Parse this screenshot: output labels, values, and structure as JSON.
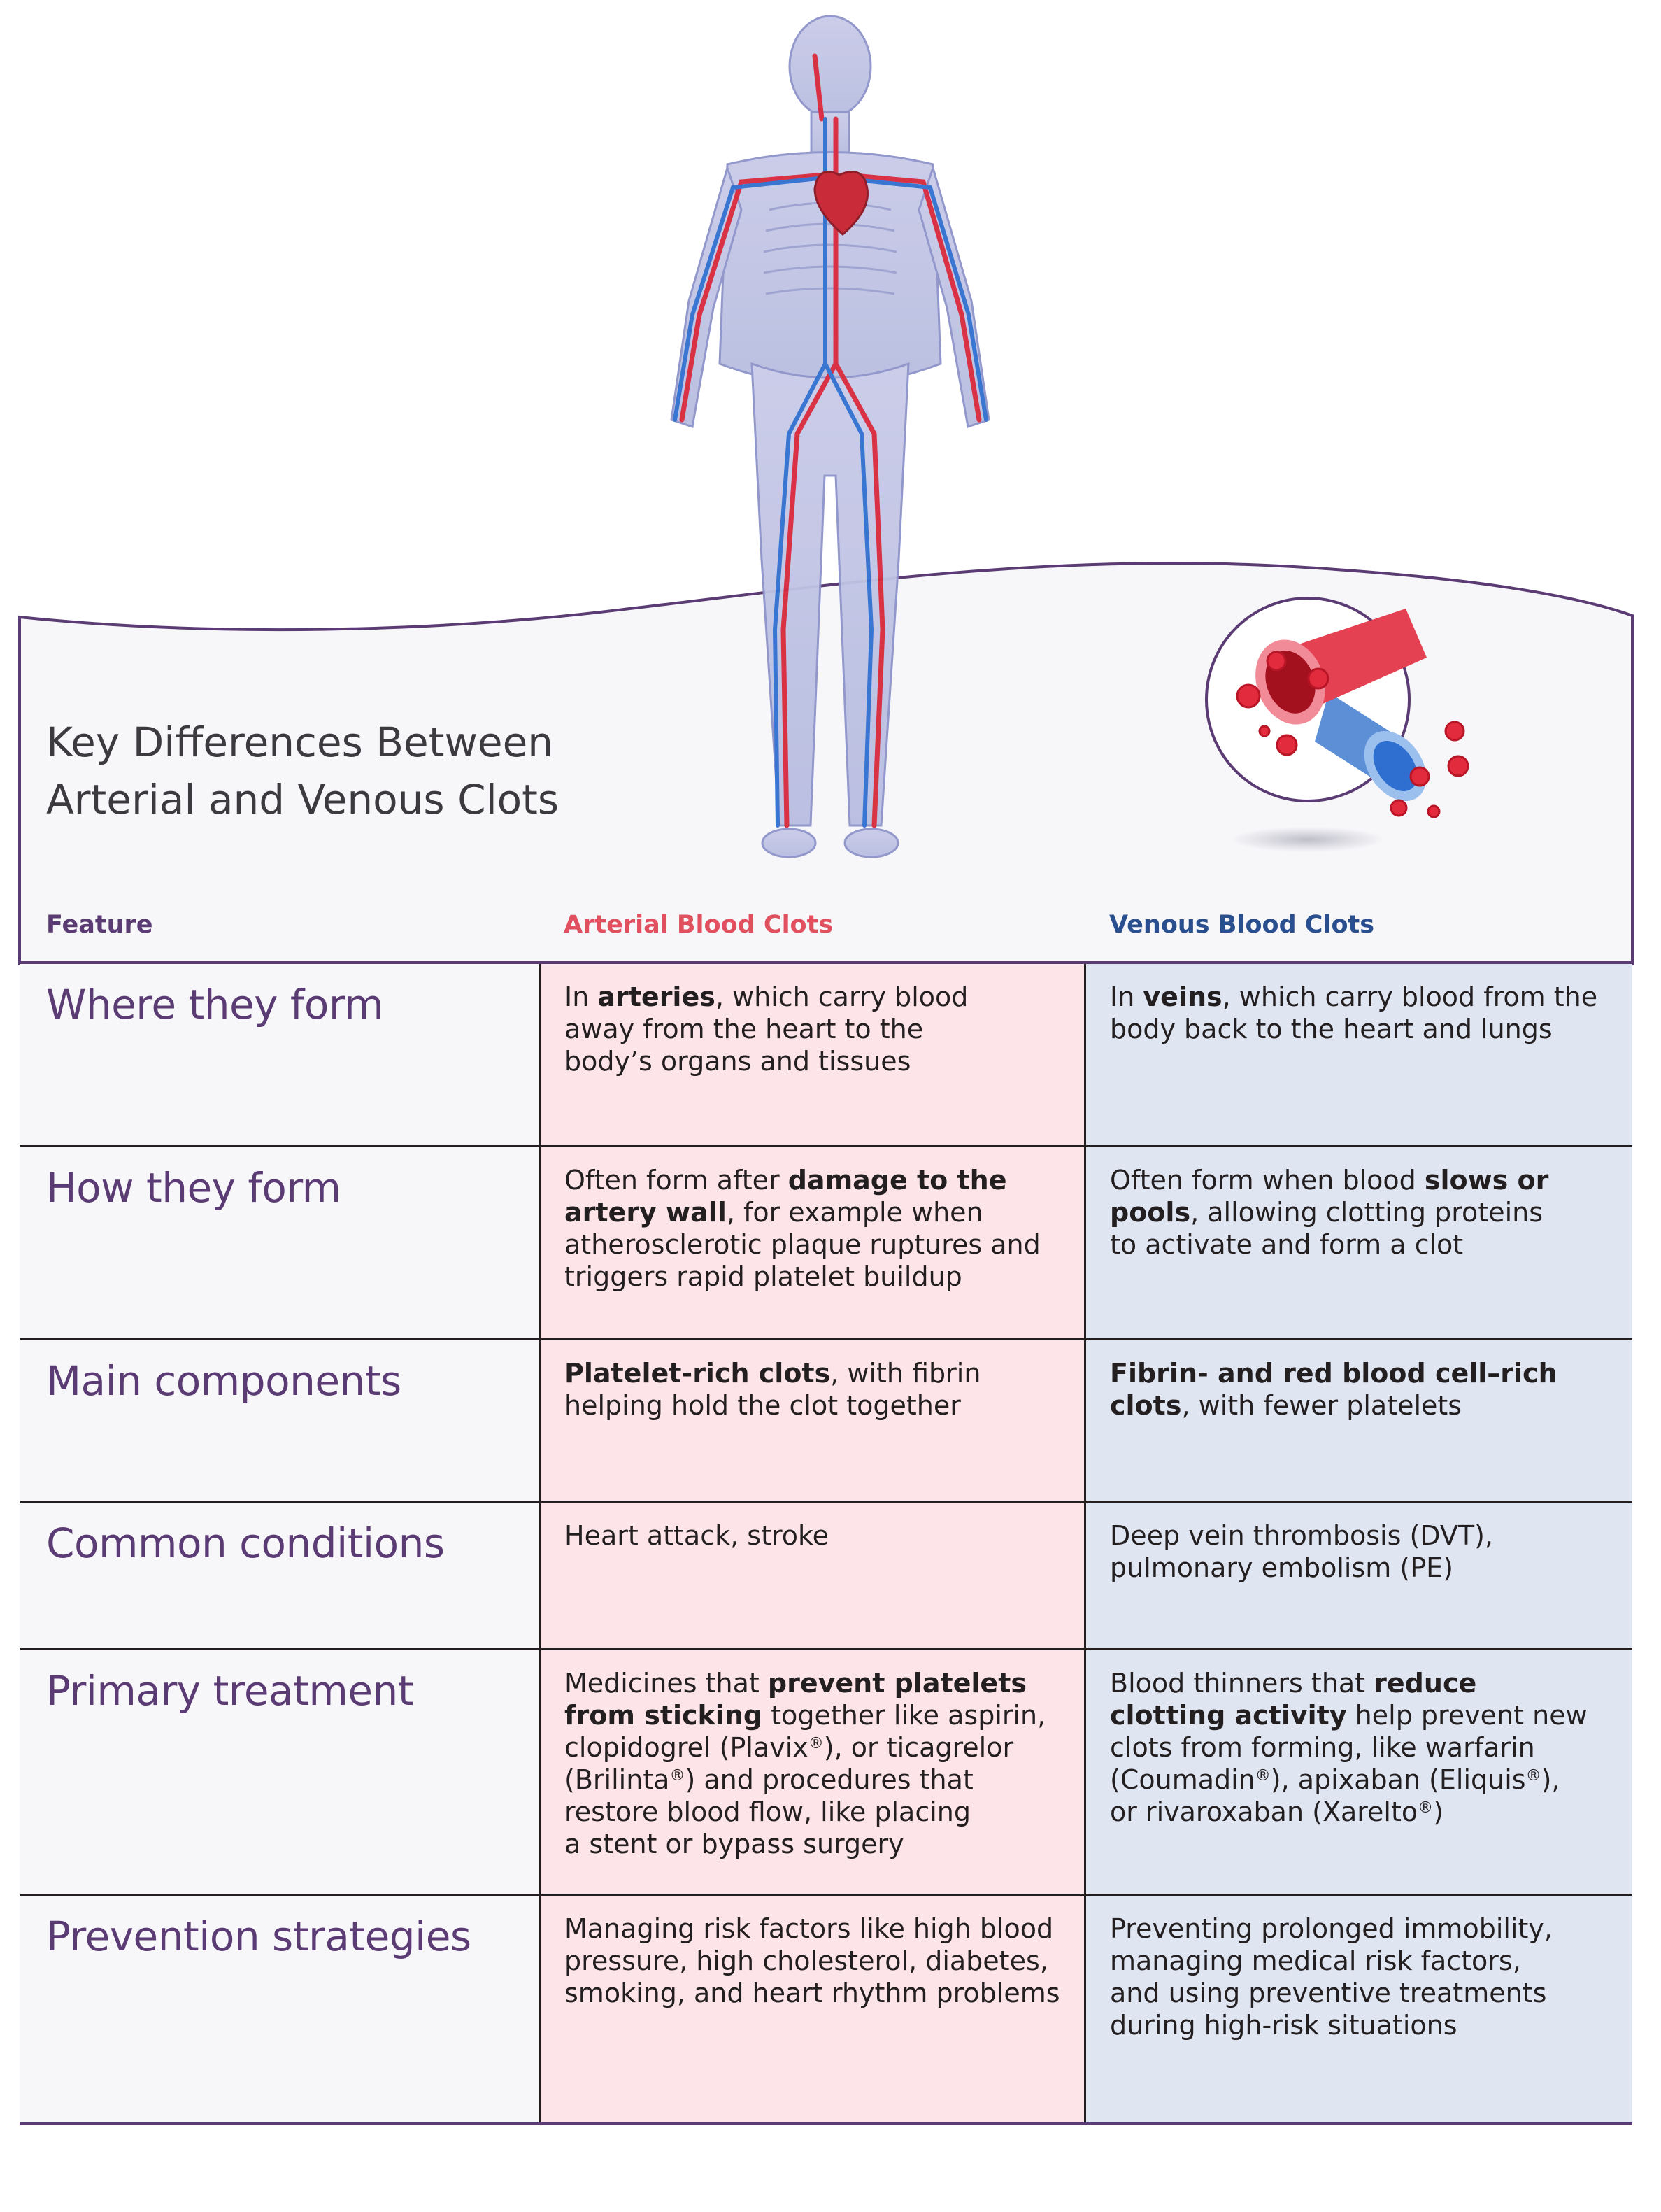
{
  "title": {
    "line1": "Key Differences Between",
    "line2": "Arterial and Venous Clots"
  },
  "table": {
    "headers": {
      "feature": "Feature",
      "arterial": "Arterial Blood Clots",
      "venous": "Venous Blood Clots"
    },
    "rows": [
      {
        "feature": "Where they form",
        "arterial": [
          [
            {
              "t": "In "
            },
            {
              "t": "arteries",
              "b": true
            },
            {
              "t": ", which carry blood"
            }
          ],
          [
            {
              "t": "away from the heart to the"
            }
          ],
          [
            {
              "t": "body’s organs and tissues"
            }
          ]
        ],
        "venous": [
          [
            {
              "t": "In "
            },
            {
              "t": "veins",
              "b": true
            },
            {
              "t": ", which carry blood from the"
            }
          ],
          [
            {
              "t": "body back to the heart and lungs"
            }
          ]
        ]
      },
      {
        "feature": "How they form",
        "arterial": [
          [
            {
              "t": "Often form after "
            },
            {
              "t": "damage to the",
              "b": true
            }
          ],
          [
            {
              "t": "artery wall",
              "b": true
            },
            {
              "t": ", for example when"
            }
          ],
          [
            {
              "t": "atherosclerotic plaque ruptures and"
            }
          ],
          [
            {
              "t": "triggers rapid platelet buildup"
            }
          ]
        ],
        "venous": [
          [
            {
              "t": "Often form when blood "
            },
            {
              "t": "slows or",
              "b": true
            }
          ],
          [
            {
              "t": "pools",
              "b": true
            },
            {
              "t": ", allowing clotting proteins"
            }
          ],
          [
            {
              "t": "to activate and form a clot"
            }
          ]
        ]
      },
      {
        "feature": "Main components",
        "arterial": [
          [
            {
              "t": "Platelet-rich clots",
              "b": true
            },
            {
              "t": ", with fibrin"
            }
          ],
          [
            {
              "t": "helping hold the clot together"
            }
          ]
        ],
        "venous": [
          [
            {
              "t": "Fibrin- and red blood cell–rich",
              "b": true
            }
          ],
          [
            {
              "t": "clots",
              "b": true
            },
            {
              "t": ", with fewer platelets"
            }
          ]
        ]
      },
      {
        "feature": "Common conditions",
        "arterial": [
          [
            {
              "t": "Heart attack, stroke"
            }
          ]
        ],
        "venous": [
          [
            {
              "t": "Deep vein thrombosis (DVT),"
            }
          ],
          [
            {
              "t": "pulmonary embolism (PE)"
            }
          ]
        ]
      },
      {
        "feature": "Primary treatment",
        "arterial": [
          [
            {
              "t": "Medicines that "
            },
            {
              "t": "prevent platelets",
              "b": true
            }
          ],
          [
            {
              "t": "from sticking",
              "b": true
            },
            {
              "t": " together like aspirin,"
            }
          ],
          [
            {
              "t": "clopidogrel (Plavix"
            },
            {
              "t": "®",
              "sup": true
            },
            {
              "t": "), or ticagrelor"
            }
          ],
          [
            {
              "t": "(Brilinta"
            },
            {
              "t": "®",
              "sup": true
            },
            {
              "t": ") and procedures that"
            }
          ],
          [
            {
              "t": "restore blood flow, like placing"
            }
          ],
          [
            {
              "t": "a stent or bypass surgery"
            }
          ]
        ],
        "venous": [
          [
            {
              "t": "Blood thinners that "
            },
            {
              "t": "reduce",
              "b": true
            }
          ],
          [
            {
              "t": "clotting activity",
              "b": true
            },
            {
              "t": " help prevent new"
            }
          ],
          [
            {
              "t": "clots from forming, like warfarin"
            }
          ],
          [
            {
              "t": "(Coumadin"
            },
            {
              "t": "®",
              "sup": true
            },
            {
              "t": "), apixaban (Eliquis"
            },
            {
              "t": "®",
              "sup": true
            },
            {
              "t": "),"
            }
          ],
          [
            {
              "t": "or rivaroxaban (Xarelto"
            },
            {
              "t": "®",
              "sup": true
            },
            {
              "t": ")"
            }
          ]
        ]
      },
      {
        "feature": "Prevention strategies",
        "arterial": [
          [
            {
              "t": "Managing risk factors like high blood"
            }
          ],
          [
            {
              "t": "pressure, high cholesterol, diabetes,"
            }
          ],
          [
            {
              "t": "smoking, and heart rhythm problems"
            }
          ]
        ],
        "venous": [
          [
            {
              "t": "Preventing prolonged immobility,"
            }
          ],
          [
            {
              "t": "managing medical risk factors,"
            }
          ],
          [
            {
              "t": "and using preventive treatments"
            }
          ],
          [
            {
              "t": "during high-risk situations"
            }
          ]
        ]
      }
    ]
  },
  "colors": {
    "feature_purple": "#5b3b73",
    "arterial_red": "#e0505e",
    "venous_blue": "#2a4f8f",
    "arterial_bg": "#fde4e8",
    "venous_bg": "#e0e5f2"
  },
  "icons": [
    "human-circulatory-system-illustration",
    "blood-vessels-clot-illustration"
  ]
}
